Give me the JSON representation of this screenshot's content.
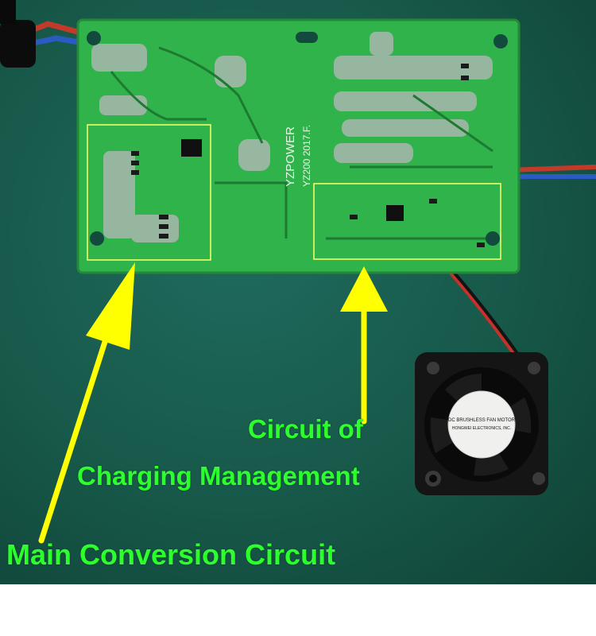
{
  "image": {
    "photo_subject": "green circuit board with cooling fan",
    "board_silkscreen": {
      "brand": "YZPOWER",
      "model": "YZ200 2017.F."
    },
    "fan_sticker": {
      "line1": "DC BRUSHLESS FAN MOTOR",
      "line2": "HONGWEI ELECTRONICS, INC."
    }
  },
  "annotations": {
    "charging_management_label_line1": "Circuit of",
    "charging_management_label_line2": "Charging Management",
    "main_conversion_label": "Main Conversion Circuit",
    "label_color": "#2cff2c",
    "arrow_color": "#ffff00",
    "box_color": "#ffff66"
  },
  "colors": {
    "background": "#175849",
    "board": "#2fb34a",
    "fan": "#151515"
  }
}
